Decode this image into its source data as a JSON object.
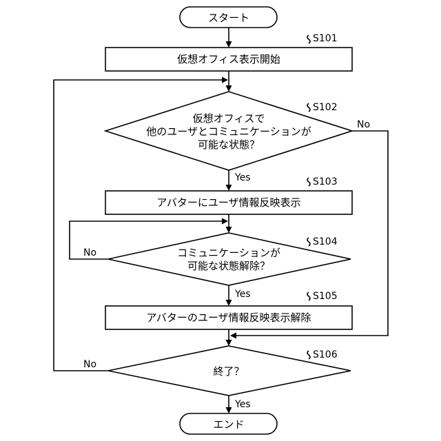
{
  "nodes": {
    "start": {
      "label": "スタート"
    },
    "s101": {
      "id": "S101",
      "label": "仮想オフィス表示開始"
    },
    "s102": {
      "id": "S102",
      "lines": [
        "仮想オフィスで",
        "他のユーザとコミュニケーションが",
        "可能な状態？"
      ]
    },
    "s103": {
      "id": "S103",
      "label": "アバターにユーザ情報反映表示"
    },
    "s104": {
      "id": "S104",
      "lines": [
        "コミュニケーションが",
        "可能な状態解除？"
      ]
    },
    "s105": {
      "id": "S105",
      "label": "アバターのユーザ情報反映表示解除"
    },
    "s106": {
      "id": "S106",
      "label": "終了？"
    },
    "end": {
      "label": "エンド"
    }
  },
  "edges": {
    "s102_yes": "Yes",
    "s102_no": "No",
    "s104_yes": "Yes",
    "s104_no": "No",
    "s106_yes": "Yes",
    "s106_no": "No"
  }
}
